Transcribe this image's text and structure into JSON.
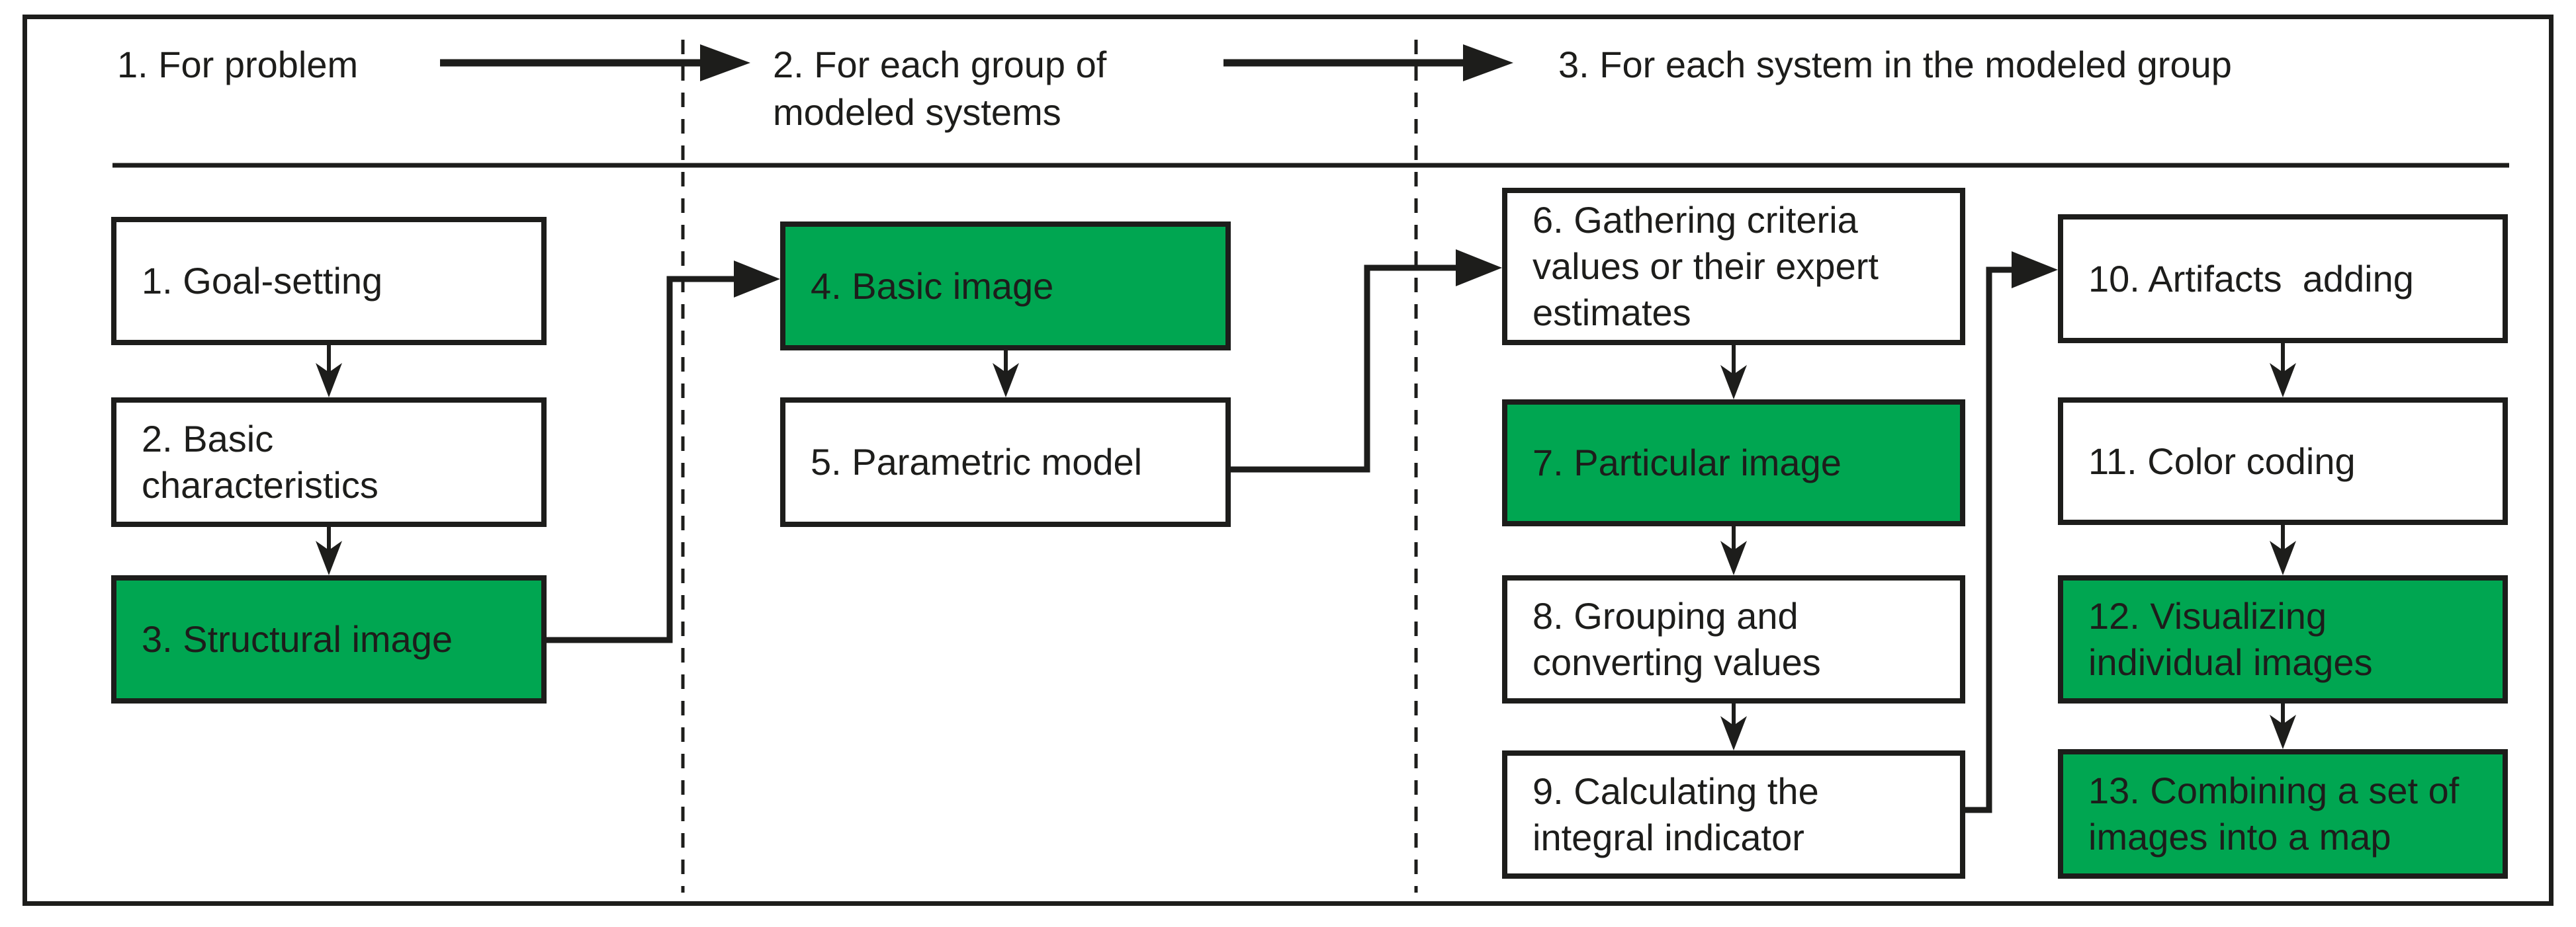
{
  "header": {
    "phases": [
      {
        "label": "1. For problem"
      },
      {
        "label": "2. For each group of\nmodeled systems"
      },
      {
        "label": "3. For each system in the modeled group"
      }
    ]
  },
  "boxes": [
    {
      "label": "1. Goal-setting",
      "highlighted": false
    },
    {
      "label": "2. Basic\ncharacteristics",
      "highlighted": false
    },
    {
      "label": "3. Structural image",
      "highlighted": true
    },
    {
      "label": "4. Basic image",
      "highlighted": true
    },
    {
      "label": "5. Parametric model",
      "highlighted": false
    },
    {
      "label": "6. Gathering criteria\nvalues or their expert\nestimates",
      "highlighted": false
    },
    {
      "label": "7. Particular image",
      "highlighted": true
    },
    {
      "label": "8. Grouping and\nconverting values",
      "highlighted": false
    },
    {
      "label": "9. Calculating the\nintegral indicator",
      "highlighted": false
    },
    {
      "label": "10. Artifacts  adding",
      "highlighted": false
    },
    {
      "label": "11. Color coding",
      "highlighted": false
    },
    {
      "label": "12. Visualizing\nindividual images",
      "highlighted": true
    },
    {
      "label": "13. Combining a set of\nimages into a map",
      "highlighted": true
    }
  ],
  "colors": {
    "highlight_green": "#00A651",
    "ink_black": "#1D1D1B",
    "background": "#FFFFFF"
  }
}
